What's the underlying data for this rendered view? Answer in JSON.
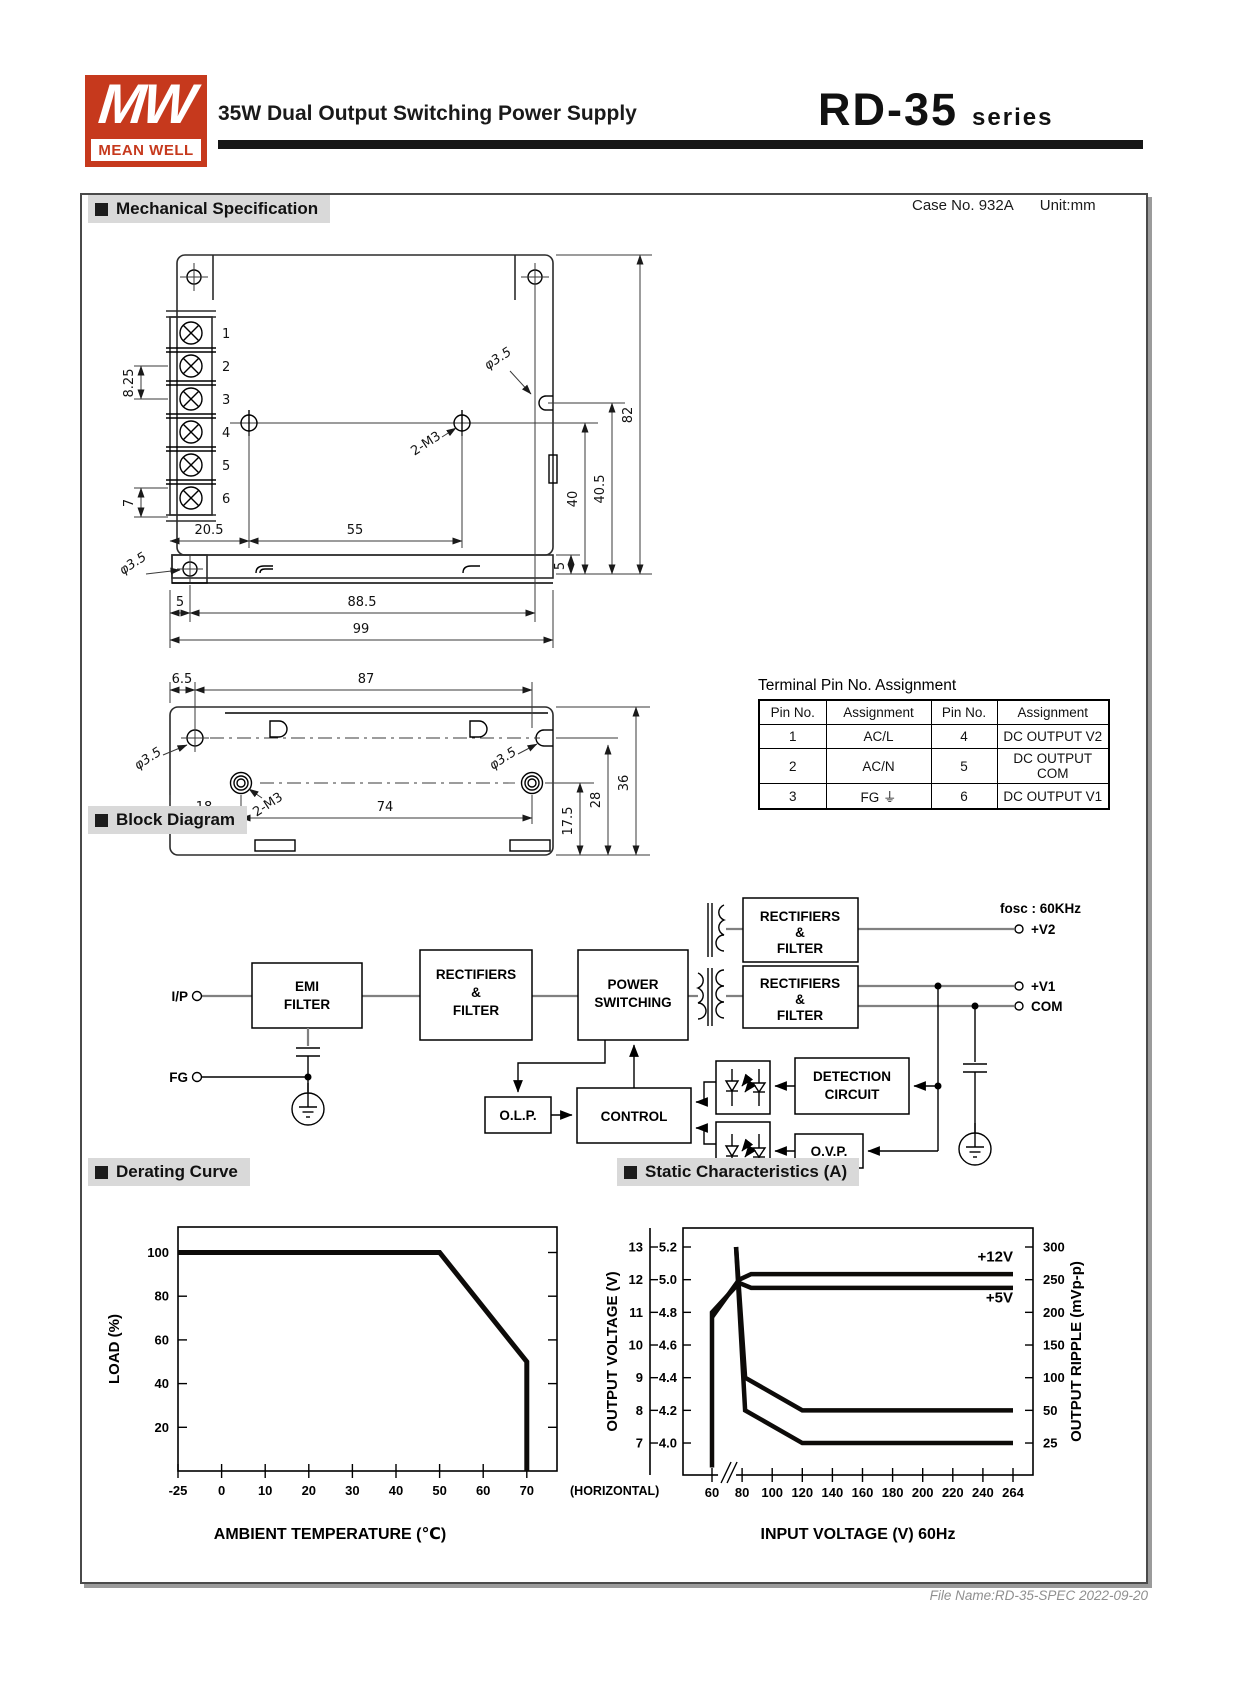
{
  "header": {
    "logo_mw": "MW",
    "logo_text": "MEAN WELL",
    "title": "35W Dual Output Switching Power Supply",
    "series": "RD-35",
    "series_suffix": "series"
  },
  "meta": {
    "case_no": "Case No. 932A",
    "unit": "Unit:mm",
    "footer": "File Name:RD-35-SPEC  2022-09-20"
  },
  "sections": {
    "mechanical": "Mechanical Specification",
    "block_diagram": "Block Diagram",
    "derating": "Derating Curve",
    "static": "Static Characteristics (A)"
  },
  "mech": {
    "terminals": [
      "1",
      "2",
      "3",
      "4",
      "5",
      "6"
    ],
    "top": {
      "pitch": "8.25",
      "t7": "7",
      "w205": "20.5",
      "w55": "55",
      "m3": "2-M3",
      "phi_tr": "φ3.5",
      "phi_bl": "φ3.5",
      "h5": "5",
      "h40": "40",
      "h405": "40.5",
      "h82": "82",
      "b5": "5",
      "b885": "88.5",
      "b99": "99"
    },
    "side": {
      "w65": "6.5",
      "w87": "87",
      "phi_l": "φ3.5",
      "phi_r": "φ3.5",
      "m3": "2-M3",
      "w18": "18",
      "w74": "74",
      "h175": "17.5",
      "h28": "28",
      "h36": "36"
    }
  },
  "pin_table": {
    "title": "Terminal Pin No.  Assignment",
    "headers": [
      "Pin No.",
      "Assignment",
      "Pin No.",
      "Assignment"
    ],
    "rows": [
      [
        "1",
        "AC/L",
        "4",
        "DC OUTPUT V2"
      ],
      [
        "2",
        "AC/N",
        "5",
        "DC OUTPUT COM"
      ],
      [
        "3",
        "FG ⏚",
        "6",
        "DC OUTPUT V1"
      ]
    ]
  },
  "block": {
    "fosc": "fosc : 60KHz",
    "ip": "I/P",
    "fg": "FG",
    "emi": [
      "EMI",
      "FILTER"
    ],
    "rect": [
      "RECTIFIERS",
      "&",
      "FILTER"
    ],
    "power": [
      "POWER",
      "SWITCHING"
    ],
    "rect_v2": [
      "RECTIFIERS",
      "&",
      "FILTER"
    ],
    "rect_v1": [
      "RECTIFIERS",
      "&",
      "FILTER"
    ],
    "olp": "O.L.P.",
    "control": "CONTROL",
    "detection": [
      "DETECTION",
      "CIRCUIT"
    ],
    "ovp": "O.V.P.",
    "v2": "+V2",
    "v1": "+V1",
    "com": "COM"
  },
  "chart_data": [
    {
      "type": "line",
      "name": "derating_curve",
      "xlabel": "AMBIENT TEMPERATURE (℃)",
      "ylabel": "LOAD (%)",
      "x_note": "(HORIZONTAL)",
      "x_ticks": [
        -25,
        0,
        10,
        20,
        30,
        40,
        50,
        60,
        70
      ],
      "y_ticks": [
        20,
        40,
        60,
        80,
        100
      ],
      "ylim": [
        0,
        112
      ],
      "series": [
        {
          "name": "load_vs_temperature",
          "points": [
            [
              -25,
              100
            ],
            [
              50,
              100
            ],
            [
              70,
              50
            ],
            [
              70,
              0
            ]
          ]
        }
      ]
    },
    {
      "type": "line",
      "name": "static_characteristics",
      "xlabel": "INPUT VOLTAGE (V) 60Hz",
      "ylabel_left": "OUTPUT VOLTAGE (V)",
      "ylabel_right": "OUTPUT RIPPLE (mVp-p)",
      "x_ticks": [
        60,
        80,
        100,
        120,
        140,
        160,
        180,
        200,
        220,
        240,
        264
      ],
      "voltage_ticks_12v": [
        13,
        12,
        11,
        10,
        9,
        8,
        7
      ],
      "voltage_ticks_5v": [
        "5.2",
        "5.0",
        "4.8",
        "4.6",
        "4.4",
        "4.2",
        "4.0"
      ],
      "ripple_ticks": [
        300,
        250,
        200,
        150,
        100,
        50,
        25
      ],
      "series": [
        {
          "name": "+12V output voltage",
          "scale": "v12",
          "points": [
            [
              60,
              10.85
            ],
            [
              78,
              12.0
            ],
            [
              86,
              12.17
            ],
            [
              264,
              12.17
            ]
          ]
        },
        {
          "name": "+5V output voltage",
          "scale": "v5",
          "points": [
            [
              60,
              3.85
            ],
            [
              60,
              4.8
            ],
            [
              78,
              4.98
            ],
            [
              86,
              4.95
            ],
            [
              264,
              4.95
            ]
          ]
        },
        {
          "name": "+12V output ripple",
          "scale": "ripple",
          "points": [
            [
              76,
              300
            ],
            [
              82,
              100
            ],
            [
              120,
              50
            ],
            [
              264,
              50
            ]
          ]
        },
        {
          "name": "+5V output ripple",
          "scale": "ripple",
          "points": [
            [
              76,
              300
            ],
            [
              82,
              50
            ],
            [
              120,
              25
            ],
            [
              264,
              25
            ]
          ]
        }
      ],
      "annotations": [
        {
          "text": "+12V",
          "x": 264,
          "scale": "v12",
          "v": 12.55
        },
        {
          "text": "+5V",
          "x": 264,
          "scale": "v5",
          "v": 4.86
        }
      ]
    }
  ]
}
